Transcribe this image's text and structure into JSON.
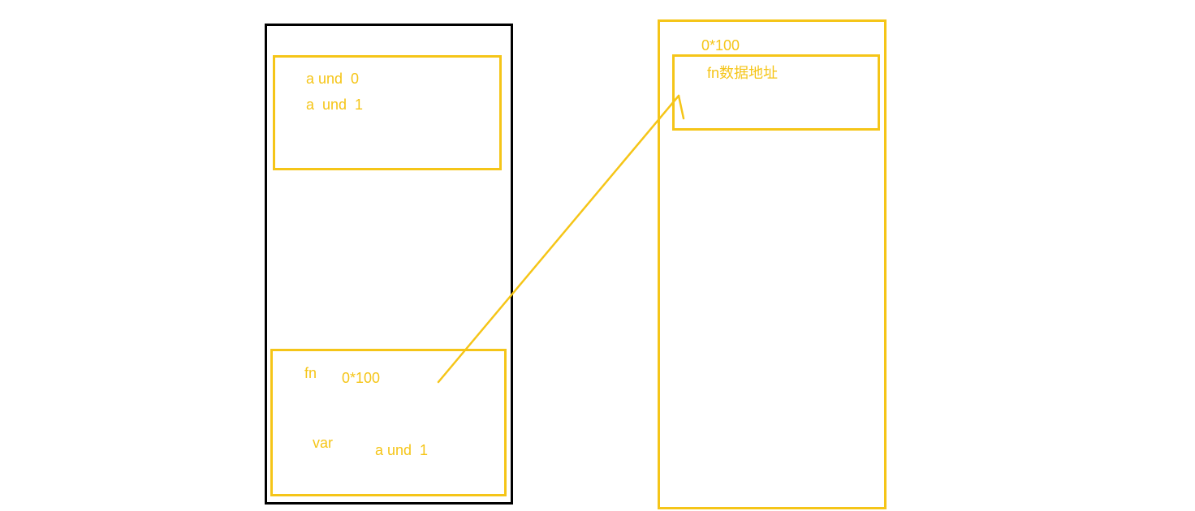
{
  "colors": {
    "stroke_primary": "#000000",
    "accent": "#f5c518"
  },
  "stack": {
    "top_frame": {
      "line1": "a und  0",
      "line2": "a  und  1"
    },
    "bottom_frame": {
      "fn_label": "fn",
      "fn_value": "0*100",
      "var_label": "var",
      "var_value": "a und  1"
    }
  },
  "heap": {
    "address": "0*100",
    "content": "fn数据地址"
  }
}
